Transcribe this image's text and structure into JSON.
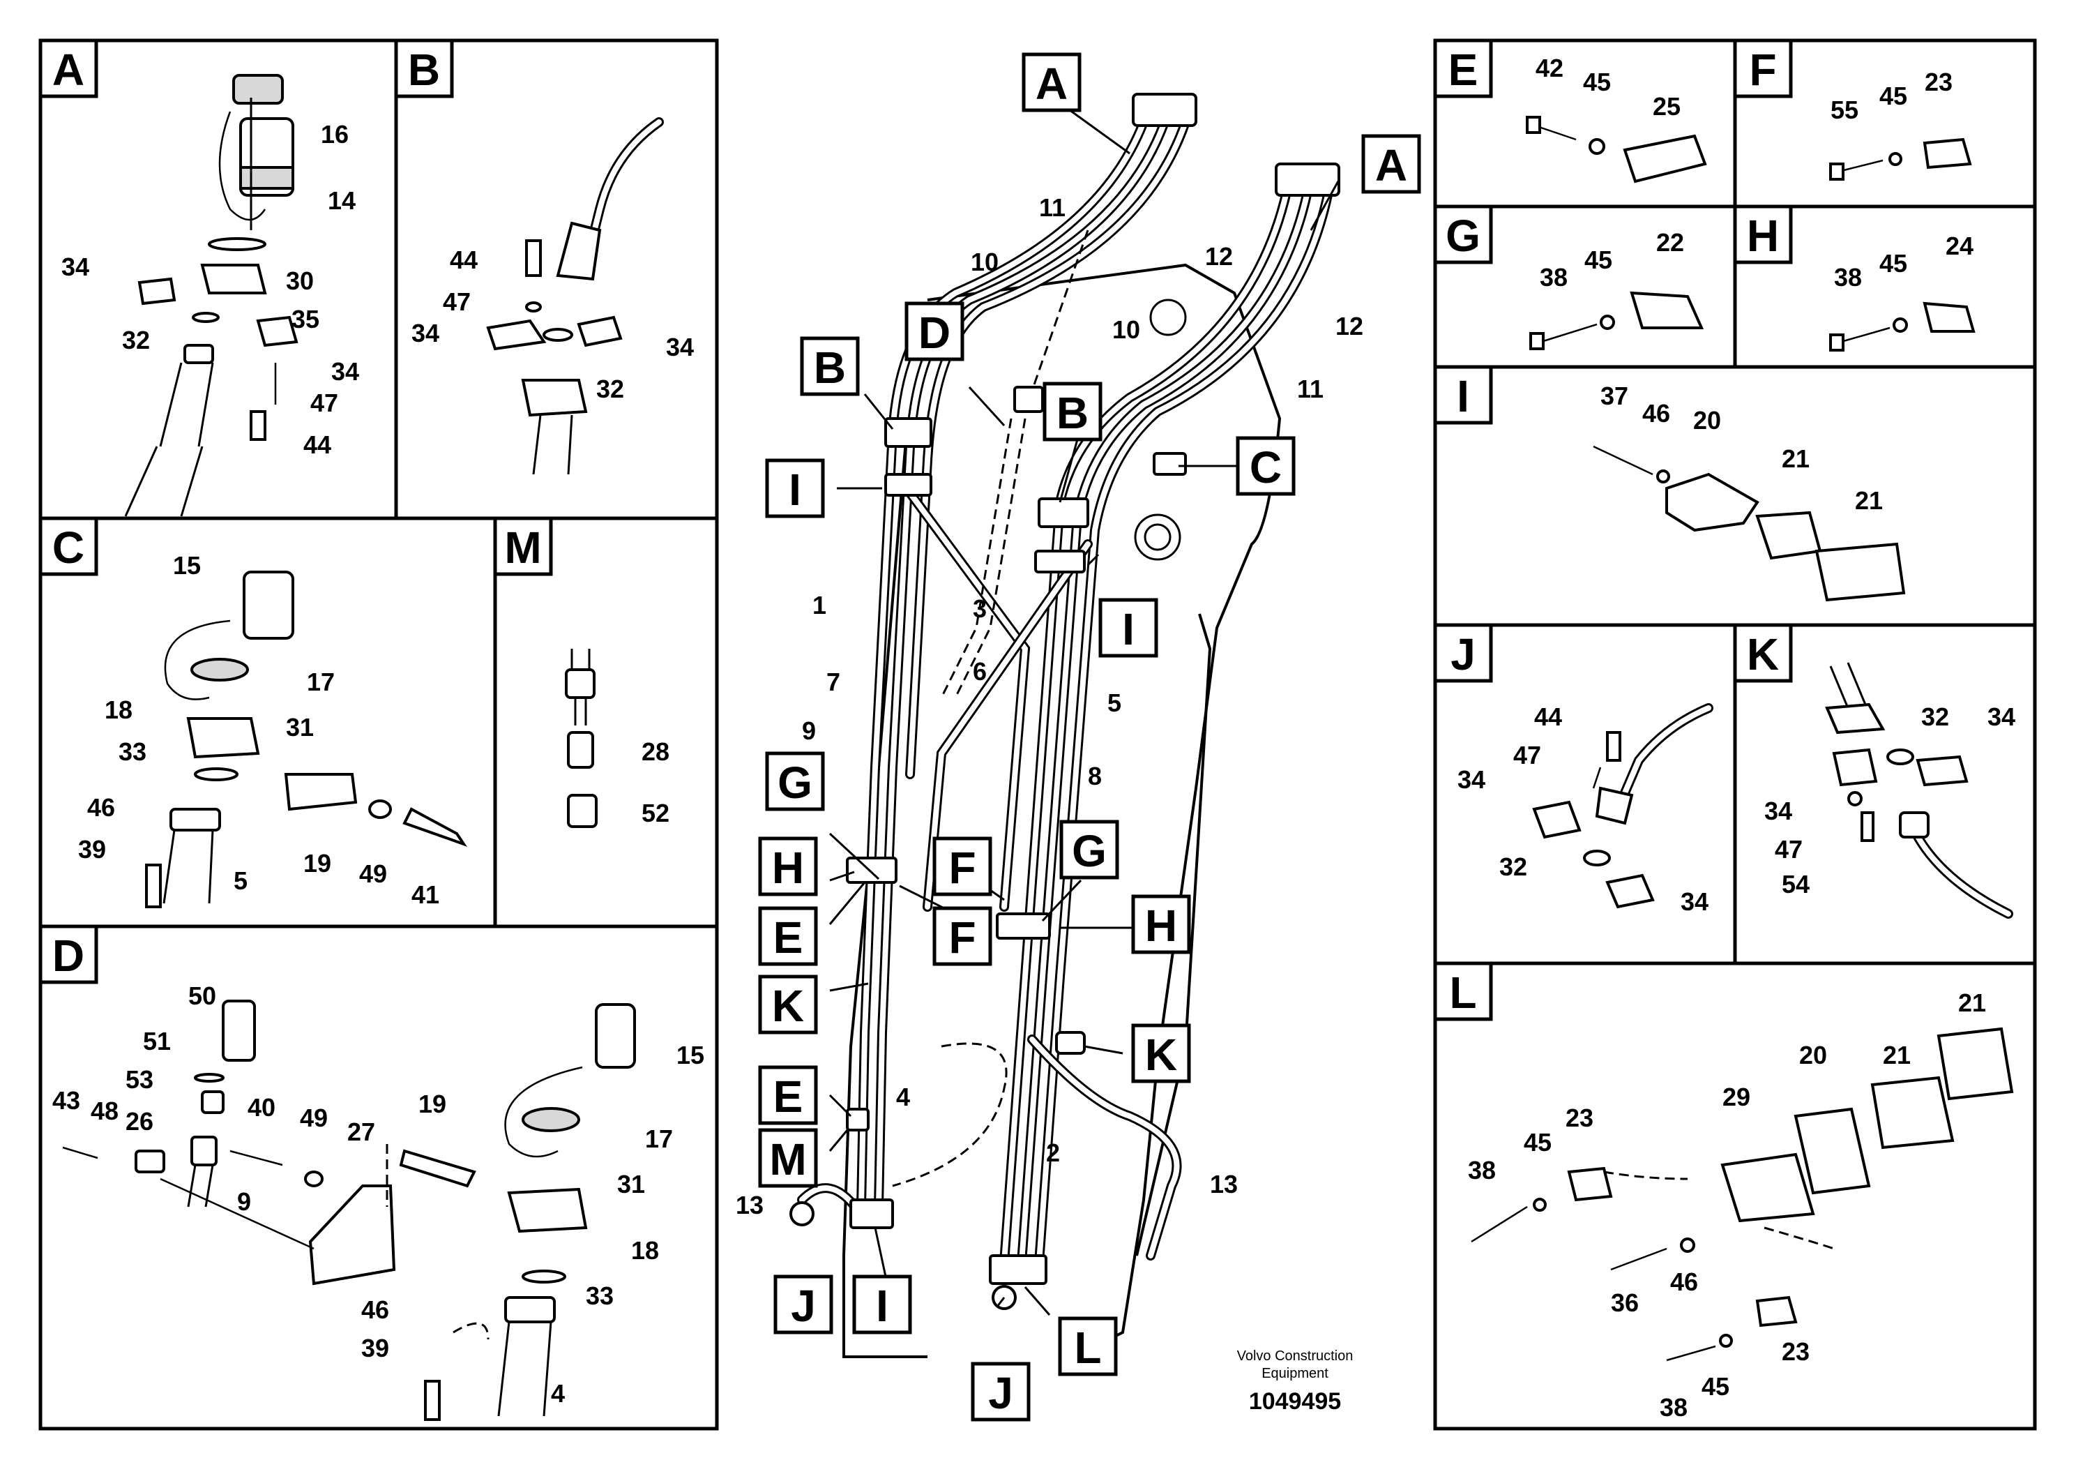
{
  "panels": {
    "A": {
      "letter": "A",
      "callouts": [
        "16",
        "14",
        "34",
        "30",
        "35",
        "32",
        "34",
        "47",
        "44"
      ]
    },
    "B": {
      "letter": "B",
      "callouts": [
        "44",
        "47",
        "34",
        "32",
        "34"
      ]
    },
    "C": {
      "letter": "C",
      "callouts": [
        "15",
        "17",
        "31",
        "18",
        "33",
        "46",
        "39",
        "5",
        "19",
        "49",
        "41"
      ]
    },
    "M": {
      "letter": "M",
      "callouts": [
        "28",
        "52"
      ]
    },
    "D": {
      "letter": "D",
      "callouts": [
        "50",
        "51",
        "53",
        "43",
        "48",
        "26",
        "40",
        "49",
        "27",
        "9",
        "19",
        "15",
        "17",
        "31",
        "18",
        "33",
        "46",
        "39",
        "4"
      ]
    },
    "E": {
      "letter": "E",
      "callouts": [
        "42",
        "45",
        "25"
      ]
    },
    "F": {
      "letter": "F",
      "callouts": [
        "55",
        "45",
        "23"
      ]
    },
    "G": {
      "letter": "G",
      "callouts": [
        "38",
        "45",
        "22"
      ]
    },
    "H": {
      "letter": "H",
      "callouts": [
        "38",
        "45",
        "24"
      ]
    },
    "I": {
      "letter": "I",
      "callouts": [
        "37",
        "46",
        "20",
        "21",
        "21"
      ]
    },
    "J": {
      "letter": "J",
      "callouts": [
        "44",
        "47",
        "34",
        "32",
        "34"
      ]
    },
    "K": {
      "letter": "K",
      "callouts": [
        "32",
        "34",
        "34",
        "47",
        "54"
      ]
    },
    "L": {
      "letter": "L",
      "callouts": [
        "21",
        "20",
        "21",
        "29",
        "23",
        "45",
        "38",
        "36",
        "46",
        "23",
        "45",
        "38"
      ]
    }
  },
  "main": {
    "letters": [
      "A",
      "A",
      "B",
      "D",
      "B",
      "C",
      "I",
      "I",
      "G",
      "H",
      "E",
      "F",
      "F",
      "G",
      "H",
      "K",
      "K",
      "E",
      "M",
      "J",
      "I",
      "J",
      "L"
    ],
    "callouts": [
      "11",
      "10",
      "12",
      "10",
      "12",
      "11",
      "1",
      "3",
      "7",
      "6",
      "5",
      "9",
      "8",
      "4",
      "2",
      "13",
      "13"
    ]
  },
  "footer": {
    "brand_line1": "Volvo Construction",
    "brand_line2": "Equipment",
    "doc_number": "1049495"
  },
  "colors": {
    "ink": "#000000",
    "paper": "#ffffff"
  }
}
